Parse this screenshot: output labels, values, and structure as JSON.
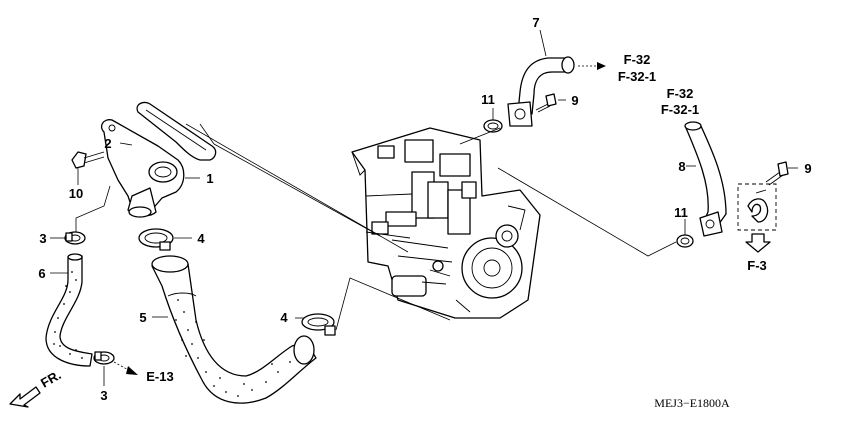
{
  "labels": {
    "p1": "1",
    "p2": "2",
    "p3a": "3",
    "p3b": "3",
    "p4a": "4",
    "p4b": "4",
    "p5": "5",
    "p6": "6",
    "p7": "7",
    "p8": "8",
    "p9a": "9",
    "p9b": "9",
    "p10": "10",
    "p11a": "11",
    "p11b": "11"
  },
  "refs": {
    "f32a": "F-32",
    "f321a": "F-32-1",
    "f32b": "F-32",
    "f321b": "F-32-1",
    "e13": "E-13",
    "f3": "F-3",
    "fr": "FR."
  },
  "diagram_code": "MEJ3−E1800A"
}
